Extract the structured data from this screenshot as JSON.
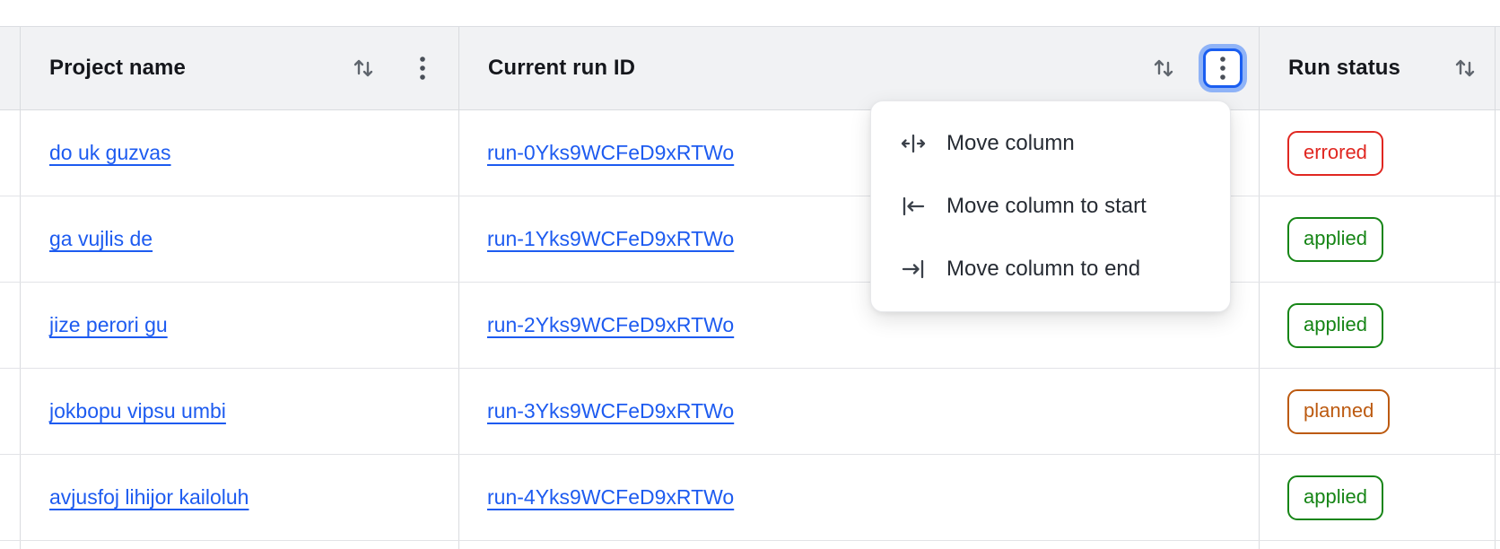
{
  "table": {
    "columns": [
      {
        "label": "Project name",
        "has_sort": true,
        "has_menu": true,
        "menu_open": false
      },
      {
        "label": "Current run ID",
        "has_sort": true,
        "has_menu": true,
        "menu_open": true
      },
      {
        "label": "Run status",
        "has_sort": true,
        "has_menu": false,
        "menu_open": false
      }
    ],
    "rows": [
      {
        "project_name": "do uk guzvas",
        "run_id": "run-0Yks9WCFeD9xRTWo",
        "status": "errored"
      },
      {
        "project_name": "ga vujlis de",
        "run_id": "run-1Yks9WCFeD9xRTWo",
        "status": "applied"
      },
      {
        "project_name": "jize perori gu",
        "run_id": "run-2Yks9WCFeD9xRTWo",
        "status": "applied"
      },
      {
        "project_name": "jokbopu vipsu umbi",
        "run_id": "run-3Yks9WCFeD9xRTWo",
        "status": "planned"
      },
      {
        "project_name": "avjusfoj lihijor kailoluh",
        "run_id": "run-4Yks9WCFeD9xRTWo",
        "status": "applied"
      }
    ]
  },
  "menu": {
    "items": [
      {
        "icon": "move-column-icon",
        "label": "Move column"
      },
      {
        "icon": "move-column-to-start-icon",
        "label": "Move column to start"
      },
      {
        "icon": "move-column-to-end-icon",
        "label": "Move column to end"
      }
    ]
  },
  "colors": {
    "link": "#1d5bf0",
    "header_bg": "#f1f2f4",
    "focus_ring": "#8fb3f7",
    "focus_border": "#1a5ef0",
    "status": {
      "errored": "#e02721",
      "applied": "#168516",
      "planned": "#bc5a10"
    }
  }
}
